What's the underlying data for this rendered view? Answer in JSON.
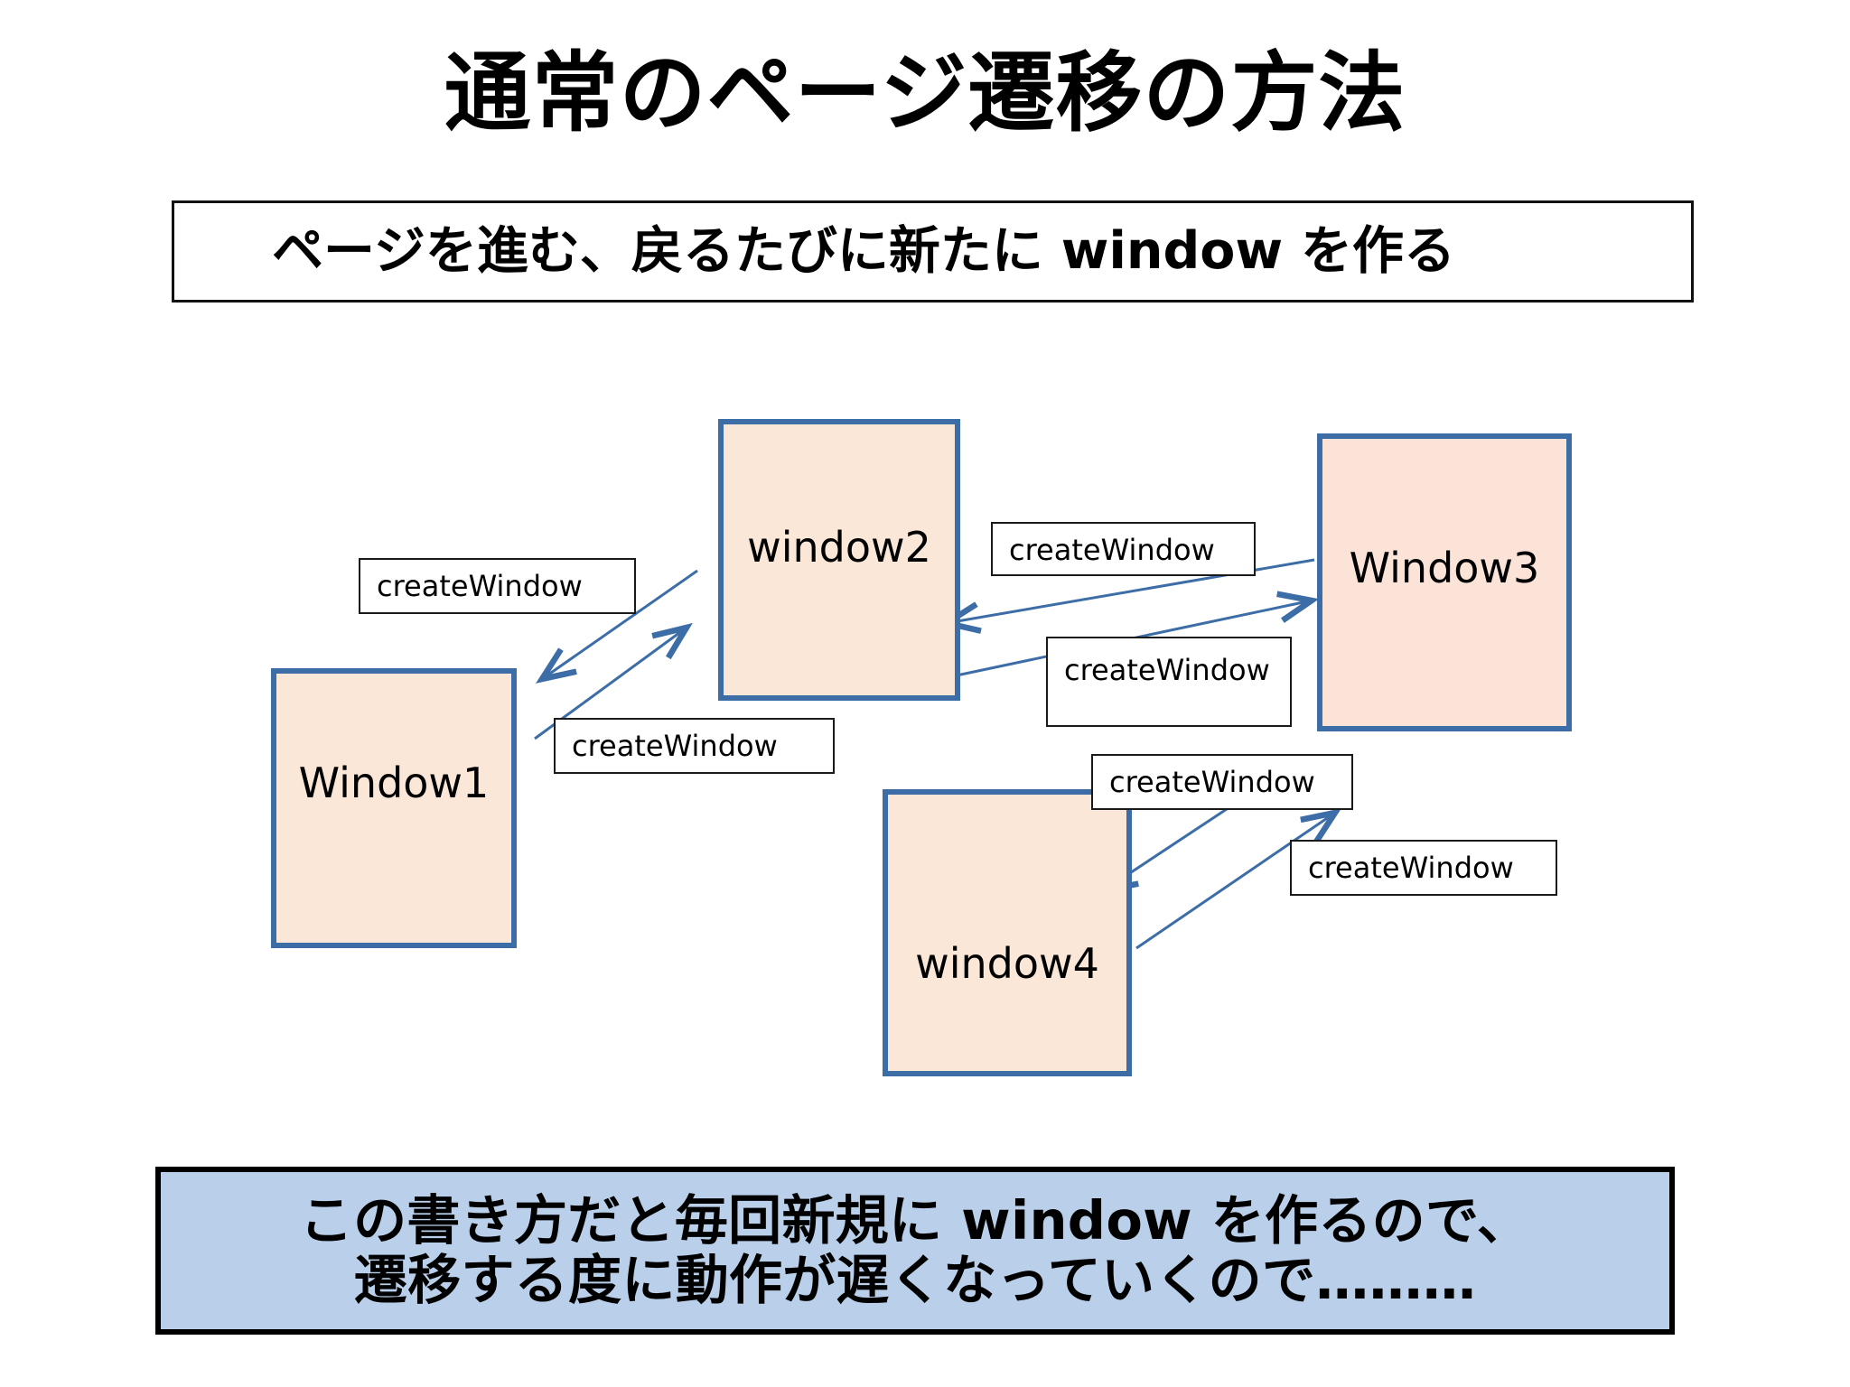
{
  "slide": {
    "title": "通常のページ遷移の方法",
    "subtitle": "ページを進む、戻るたびに新たに window を作る"
  },
  "diagram": {
    "windows": [
      {
        "id": "win1",
        "label": "Window1",
        "fill": "#FBE7D7",
        "border": "#3D6DA6"
      },
      {
        "id": "win2",
        "label": "window2",
        "fill": "#FBE7D7",
        "border": "#3D6DA6"
      },
      {
        "id": "win3",
        "label": "Window3",
        "fill": "#FCE3D8",
        "border": "#3D6DA6"
      },
      {
        "id": "win4",
        "label": "window4",
        "fill": "#FBE7D7",
        "border": "#3D6DA6"
      }
    ],
    "callouts": [
      {
        "id": "cw-a",
        "text": "createWindow"
      },
      {
        "id": "cw-b",
        "text": "createWindow"
      },
      {
        "id": "cw-c",
        "text": "createWindow"
      },
      {
        "id": "cw-d",
        "text": "createWindow"
      },
      {
        "id": "cw-e",
        "text": "createWindow"
      },
      {
        "id": "cw-f",
        "text": "createWindow"
      }
    ],
    "arrow_color": "#3D6DA6"
  },
  "conclusion": {
    "line1": "この書き方だと毎回新規に window を作るので、",
    "line2": "遷移する度に動作が遅くなっていくので………",
    "background": "#BACFE9",
    "border": "#000000"
  }
}
